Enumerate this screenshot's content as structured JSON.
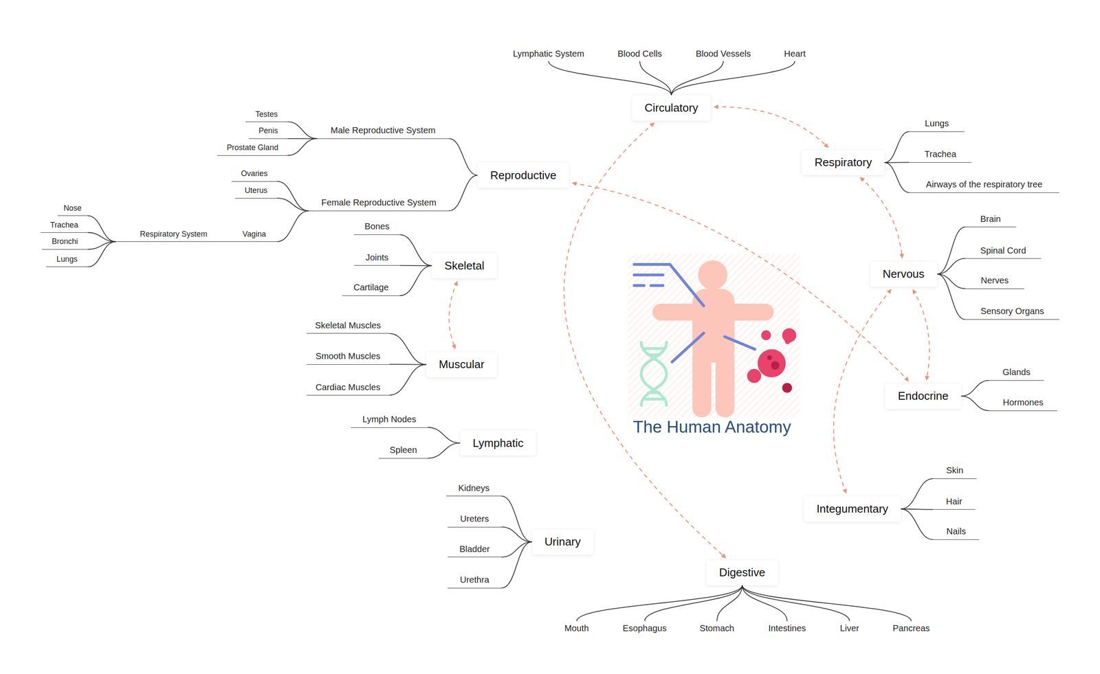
{
  "diagram": {
    "title": "The Human Anatomy",
    "nodes": [
      {
        "text": [
          "Circulatory"
        ]
      },
      {
        "text": [
          "Lymphatic System"
        ]
      },
      {
        "text": [
          "Blood Cells"
        ]
      },
      {
        "text": [
          "Blood Vessels"
        ]
      },
      {
        "text": [
          "Heart"
        ]
      },
      {
        "text": [
          "Reproductive"
        ]
      },
      {
        "text": [
          "Male Reproductive System"
        ]
      },
      {
        "text": [
          "Testes"
        ]
      },
      {
        "text": [
          "Penis"
        ]
      },
      {
        "text": [
          "Prostate Gland"
        ]
      },
      {
        "text": [
          "Female Reproductive System"
        ]
      },
      {
        "text": [
          "Ovaries"
        ]
      },
      {
        "text": [
          "Uterus"
        ]
      },
      {
        "text": [
          "Vagina"
        ]
      },
      {
        "text": [
          "Respiratory System"
        ]
      },
      {
        "text": [
          "Nose"
        ]
      },
      {
        "text": [
          "Trachea"
        ]
      },
      {
        "text": [
          "Bronchi"
        ]
      },
      {
        "text": [
          "Lungs"
        ]
      },
      {
        "text": [
          "Respiratory"
        ]
      },
      {
        "text": [
          "Lungs"
        ]
      },
      {
        "text": [
          "Trachea"
        ]
      },
      {
        "text": [
          "Airways of the respiratory tree"
        ]
      },
      {
        "text": [
          "Nervous"
        ]
      },
      {
        "text": [
          "Brain"
        ]
      },
      {
        "text": [
          "Spinal Cord"
        ]
      },
      {
        "text": [
          "Nerves"
        ]
      },
      {
        "text": [
          "Sensory Organs"
        ]
      },
      {
        "text": [
          "Skeletal"
        ]
      },
      {
        "text": [
          "Bones"
        ]
      },
      {
        "text": [
          "Joints"
        ]
      },
      {
        "text": [
          "Cartilage"
        ]
      },
      {
        "text": [
          "Muscular"
        ]
      },
      {
        "text": [
          "Skeletal Muscles"
        ]
      },
      {
        "text": [
          "Smooth Muscles"
        ]
      },
      {
        "text": [
          "Cardiac Muscles"
        ]
      },
      {
        "text": [
          "Endocrine"
        ]
      },
      {
        "text": [
          "Glands"
        ]
      },
      {
        "text": [
          "Hormones"
        ]
      },
      {
        "text": [
          "Lymphatic"
        ]
      },
      {
        "text": [
          "Lymph Nodes"
        ]
      },
      {
        "text": [
          "Spleen"
        ]
      },
      {
        "text": [
          "Integumentary"
        ]
      },
      {
        "text": [
          "Skin"
        ]
      },
      {
        "text": [
          "Hair"
        ]
      },
      {
        "text": [
          "Nails"
        ]
      },
      {
        "text": [
          "Urinary"
        ]
      },
      {
        "text": [
          "Kidneys"
        ]
      },
      {
        "text": [
          "Ureters"
        ]
      },
      {
        "text": [
          "Bladder"
        ]
      },
      {
        "text": [
          "Urethra"
        ]
      },
      {
        "text": [
          "Digestive"
        ]
      },
      {
        "text": [
          "Mouth"
        ]
      },
      {
        "text": [
          "Esophagus"
        ]
      },
      {
        "text": [
          "Stomach"
        ]
      },
      {
        "text": [
          "Intestines"
        ]
      },
      {
        "text": [
          "Liver"
        ]
      },
      {
        "text": [
          "Pancreas"
        ]
      }
    ],
    "edges": [
      {
        "from": 0,
        "to": 1,
        "arrow": "none"
      },
      {
        "from": 0,
        "to": 2,
        "arrow": "none"
      },
      {
        "from": 0,
        "to": 3,
        "arrow": "none"
      },
      {
        "from": 0,
        "to": 4,
        "arrow": "none"
      },
      {
        "from": 5,
        "to": 6,
        "arrow": "none"
      },
      {
        "from": 6,
        "to": 7,
        "arrow": "none"
      },
      {
        "from": 6,
        "to": 8,
        "arrow": "none"
      },
      {
        "from": 6,
        "to": 9,
        "arrow": "none"
      },
      {
        "from": 5,
        "to": 10,
        "arrow": "none"
      },
      {
        "from": 10,
        "to": 11,
        "arrow": "none"
      },
      {
        "from": 10,
        "to": 12,
        "arrow": "none"
      },
      {
        "from": 10,
        "to": 13,
        "arrow": "none"
      },
      {
        "from": 13,
        "to": 14,
        "arrow": "none"
      },
      {
        "from": 14,
        "to": 15,
        "arrow": "none"
      },
      {
        "from": 14,
        "to": 16,
        "arrow": "none"
      },
      {
        "from": 14,
        "to": 17,
        "arrow": "none"
      },
      {
        "from": 14,
        "to": 18,
        "arrow": "none"
      },
      {
        "from": 19,
        "to": 20,
        "arrow": "none"
      },
      {
        "from": 19,
        "to": 21,
        "arrow": "none"
      },
      {
        "from": 19,
        "to": 22,
        "arrow": "none"
      },
      {
        "from": 23,
        "to": 24,
        "arrow": "none"
      },
      {
        "from": 23,
        "to": 25,
        "arrow": "none"
      },
      {
        "from": 23,
        "to": 26,
        "arrow": "none"
      },
      {
        "from": 23,
        "to": 27,
        "arrow": "none"
      },
      {
        "from": 28,
        "to": 29,
        "arrow": "none"
      },
      {
        "from": 28,
        "to": 30,
        "arrow": "none"
      },
      {
        "from": 28,
        "to": 31,
        "arrow": "none"
      },
      {
        "from": 32,
        "to": 33,
        "arrow": "none"
      },
      {
        "from": 32,
        "to": 34,
        "arrow": "none"
      },
      {
        "from": 32,
        "to": 35,
        "arrow": "none"
      },
      {
        "from": 36,
        "to": 37,
        "arrow": "none"
      },
      {
        "from": 36,
        "to": 38,
        "arrow": "none"
      },
      {
        "from": 39,
        "to": 40,
        "arrow": "none"
      },
      {
        "from": 39,
        "to": 41,
        "arrow": "none"
      },
      {
        "from": 42,
        "to": 43,
        "arrow": "none"
      },
      {
        "from": 42,
        "to": 44,
        "arrow": "none"
      },
      {
        "from": 42,
        "to": 45,
        "arrow": "none"
      },
      {
        "from": 46,
        "to": 47,
        "arrow": "none"
      },
      {
        "from": 46,
        "to": 48,
        "arrow": "none"
      },
      {
        "from": 46,
        "to": 49,
        "arrow": "none"
      },
      {
        "from": 46,
        "to": 50,
        "arrow": "none"
      },
      {
        "from": 51,
        "to": 52,
        "arrow": "none"
      },
      {
        "from": 51,
        "to": 53,
        "arrow": "none"
      },
      {
        "from": 51,
        "to": 54,
        "arrow": "none"
      },
      {
        "from": 51,
        "to": 55,
        "arrow": "none"
      },
      {
        "from": 51,
        "to": 56,
        "arrow": "none"
      },
      {
        "from": 51,
        "to": 57,
        "arrow": "none"
      },
      {
        "from": 0,
        "to": 19,
        "arrow": "both"
      },
      {
        "from": 19,
        "to": 23,
        "arrow": "both"
      },
      {
        "from": 5,
        "to": 36,
        "arrow": "both"
      },
      {
        "from": 23,
        "to": 36,
        "arrow": "both"
      },
      {
        "from": 23,
        "to": 42,
        "arrow": "both"
      },
      {
        "from": 0,
        "to": 51,
        "arrow": "both"
      },
      {
        "from": 28,
        "to": 32,
        "arrow": "both"
      }
    ]
  }
}
